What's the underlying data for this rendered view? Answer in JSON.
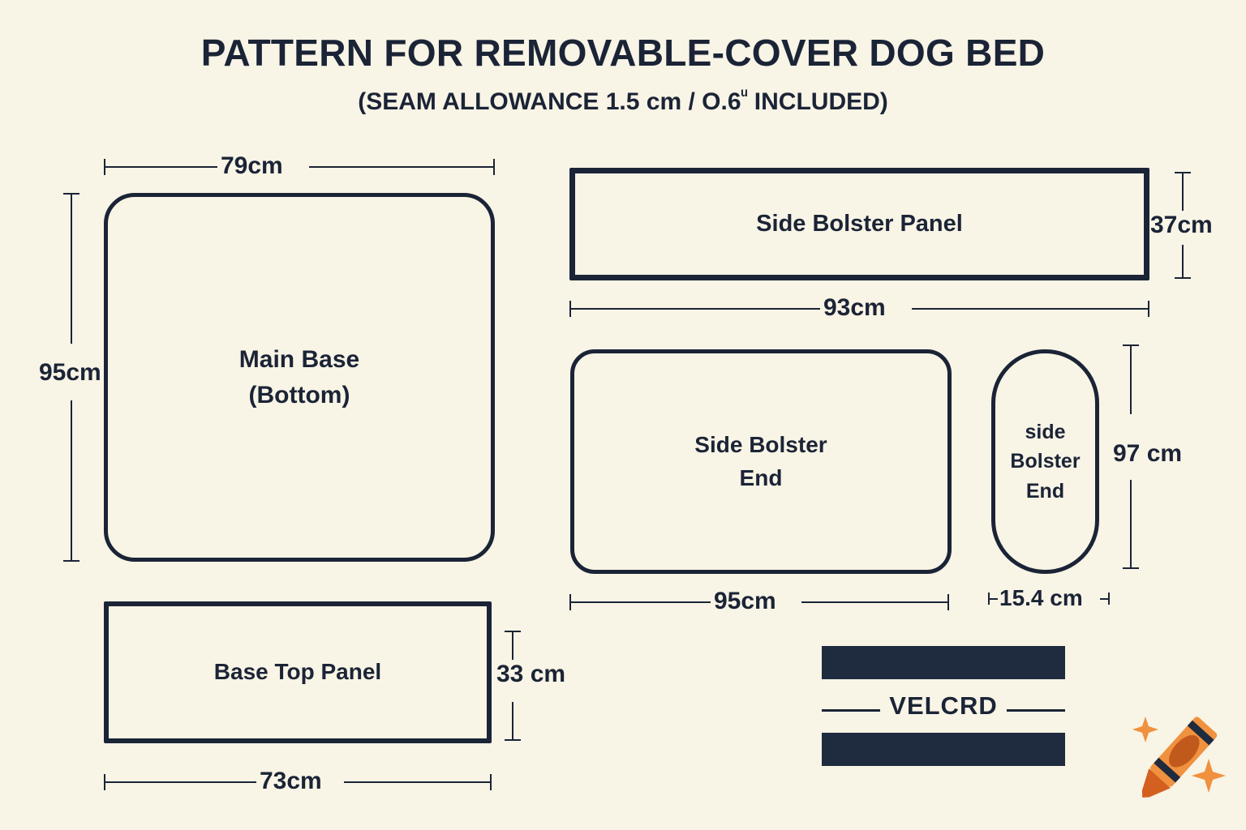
{
  "header": {
    "title": "PATTERN FOR REMOVABLE-COVER DOG BED",
    "subtitle_pre": "(SEAM ALLOWANCE 1.5 cm / O.6",
    "subtitle_sup": "ᵘ",
    "subtitle_post": " INCLUDED)"
  },
  "pieces": [
    {
      "id": "main-base",
      "label": "Main Base\n(Bottom)",
      "line1": "Main Base",
      "line2": "(Bottom)",
      "width_label": "79cm",
      "height_label": "95cm",
      "shape": "rounded-rect"
    },
    {
      "id": "side-bolster-panel",
      "label": "Side Bolster Panel",
      "width_label": "93cm",
      "height_label": "37cm",
      "shape": "rect"
    },
    {
      "id": "side-bolster-end",
      "label": "Side Bolster\nEnd",
      "line1": "Side Bolster",
      "line2": "End",
      "width_label": "95cm",
      "shape": "rounded-rect"
    },
    {
      "id": "side-bolster-end-narrow",
      "label": "side Bolster End",
      "line1": "side",
      "line2": "Bolster",
      "line3": "End",
      "width_label": "15.4 cm",
      "height_label": "97 cm",
      "shape": "pill"
    },
    {
      "id": "base-top-panel",
      "label": "Base Top Panel",
      "width_label": "73cm",
      "height_label": "33 cm",
      "shape": "rect"
    }
  ],
  "dimensions": {
    "main_base_width": "79cm",
    "main_base_height": "95cm",
    "side_bolster_panel_width": "93cm",
    "side_bolster_panel_height": "37cm",
    "side_bolster_end_width": "95cm",
    "narrow_end_width": "15.4 cm",
    "narrow_end_height": "97 cm",
    "base_top_panel_width": "73cm",
    "base_top_panel_height": "33 cm"
  },
  "velcro": {
    "label": "VELCRD"
  },
  "icons": {
    "crayon": "crayon-icon"
  },
  "colors": {
    "background": "#F8F4E6",
    "ink": "#1B2436",
    "velcro_fill": "#1F2B3E",
    "crayon_orange": "#F0913F",
    "crayon_dark_orange": "#D4601F",
    "crayon_band": "#1F2B3E"
  }
}
